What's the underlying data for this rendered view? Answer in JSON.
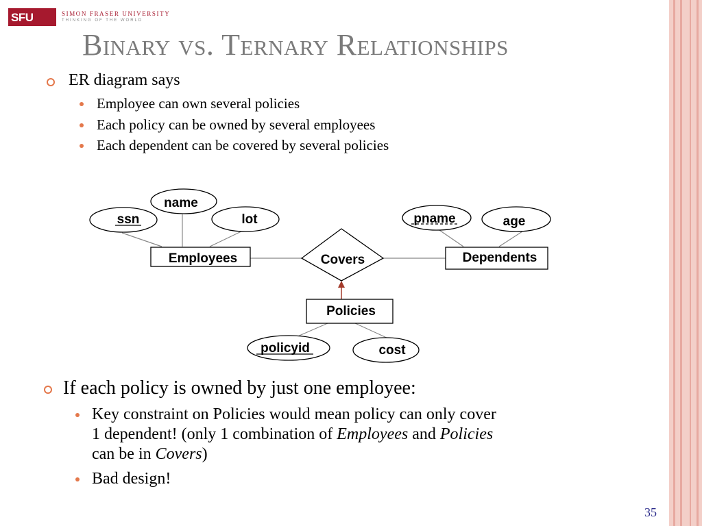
{
  "header": {
    "logo_abbr": "SFU",
    "logo_name": "SIMON FRASER UNIVERSITY",
    "logo_tagline": "THINKING OF THE WORLD"
  },
  "title": "Binary vs. Ternary Relationships",
  "section1": {
    "heading": "ER diagram says",
    "bullets": [
      "Employee can own several policies",
      "Each policy can be owned by several employees",
      "Each dependent can be covered by several policies"
    ]
  },
  "diagram": {
    "entities": {
      "employees": "Employees",
      "dependents": "Dependents",
      "policies": "Policies"
    },
    "relationship": "Covers",
    "attributes": {
      "name": "name",
      "ssn": "ssn",
      "lot": "lot",
      "pname": "pname",
      "age": "age",
      "policyid": "policyid",
      "cost": "cost"
    }
  },
  "section2": {
    "heading": "If each policy is owned by just one employee:",
    "bullet1_line1": "Key constraint on Policies would mean policy can only cover",
    "bullet1_line2_a": "1 dependent! (only 1 combination of ",
    "bullet1_line2_b": "Employees",
    "bullet1_line2_c": " and ",
    "bullet1_line2_d": "Policies",
    "bullet1_line3_a": "can be in ",
    "bullet1_line3_b": "Covers",
    "bullet1_line3_c": ")",
    "bullet2": "Bad design!"
  },
  "page_number": "35",
  "colors": {
    "accent": "#e4784b",
    "logo_red": "#a6192e",
    "title_gray": "#7a7a7a",
    "stripe_pink": "#f3cfc8",
    "arrow_red": "#a33a2a"
  }
}
